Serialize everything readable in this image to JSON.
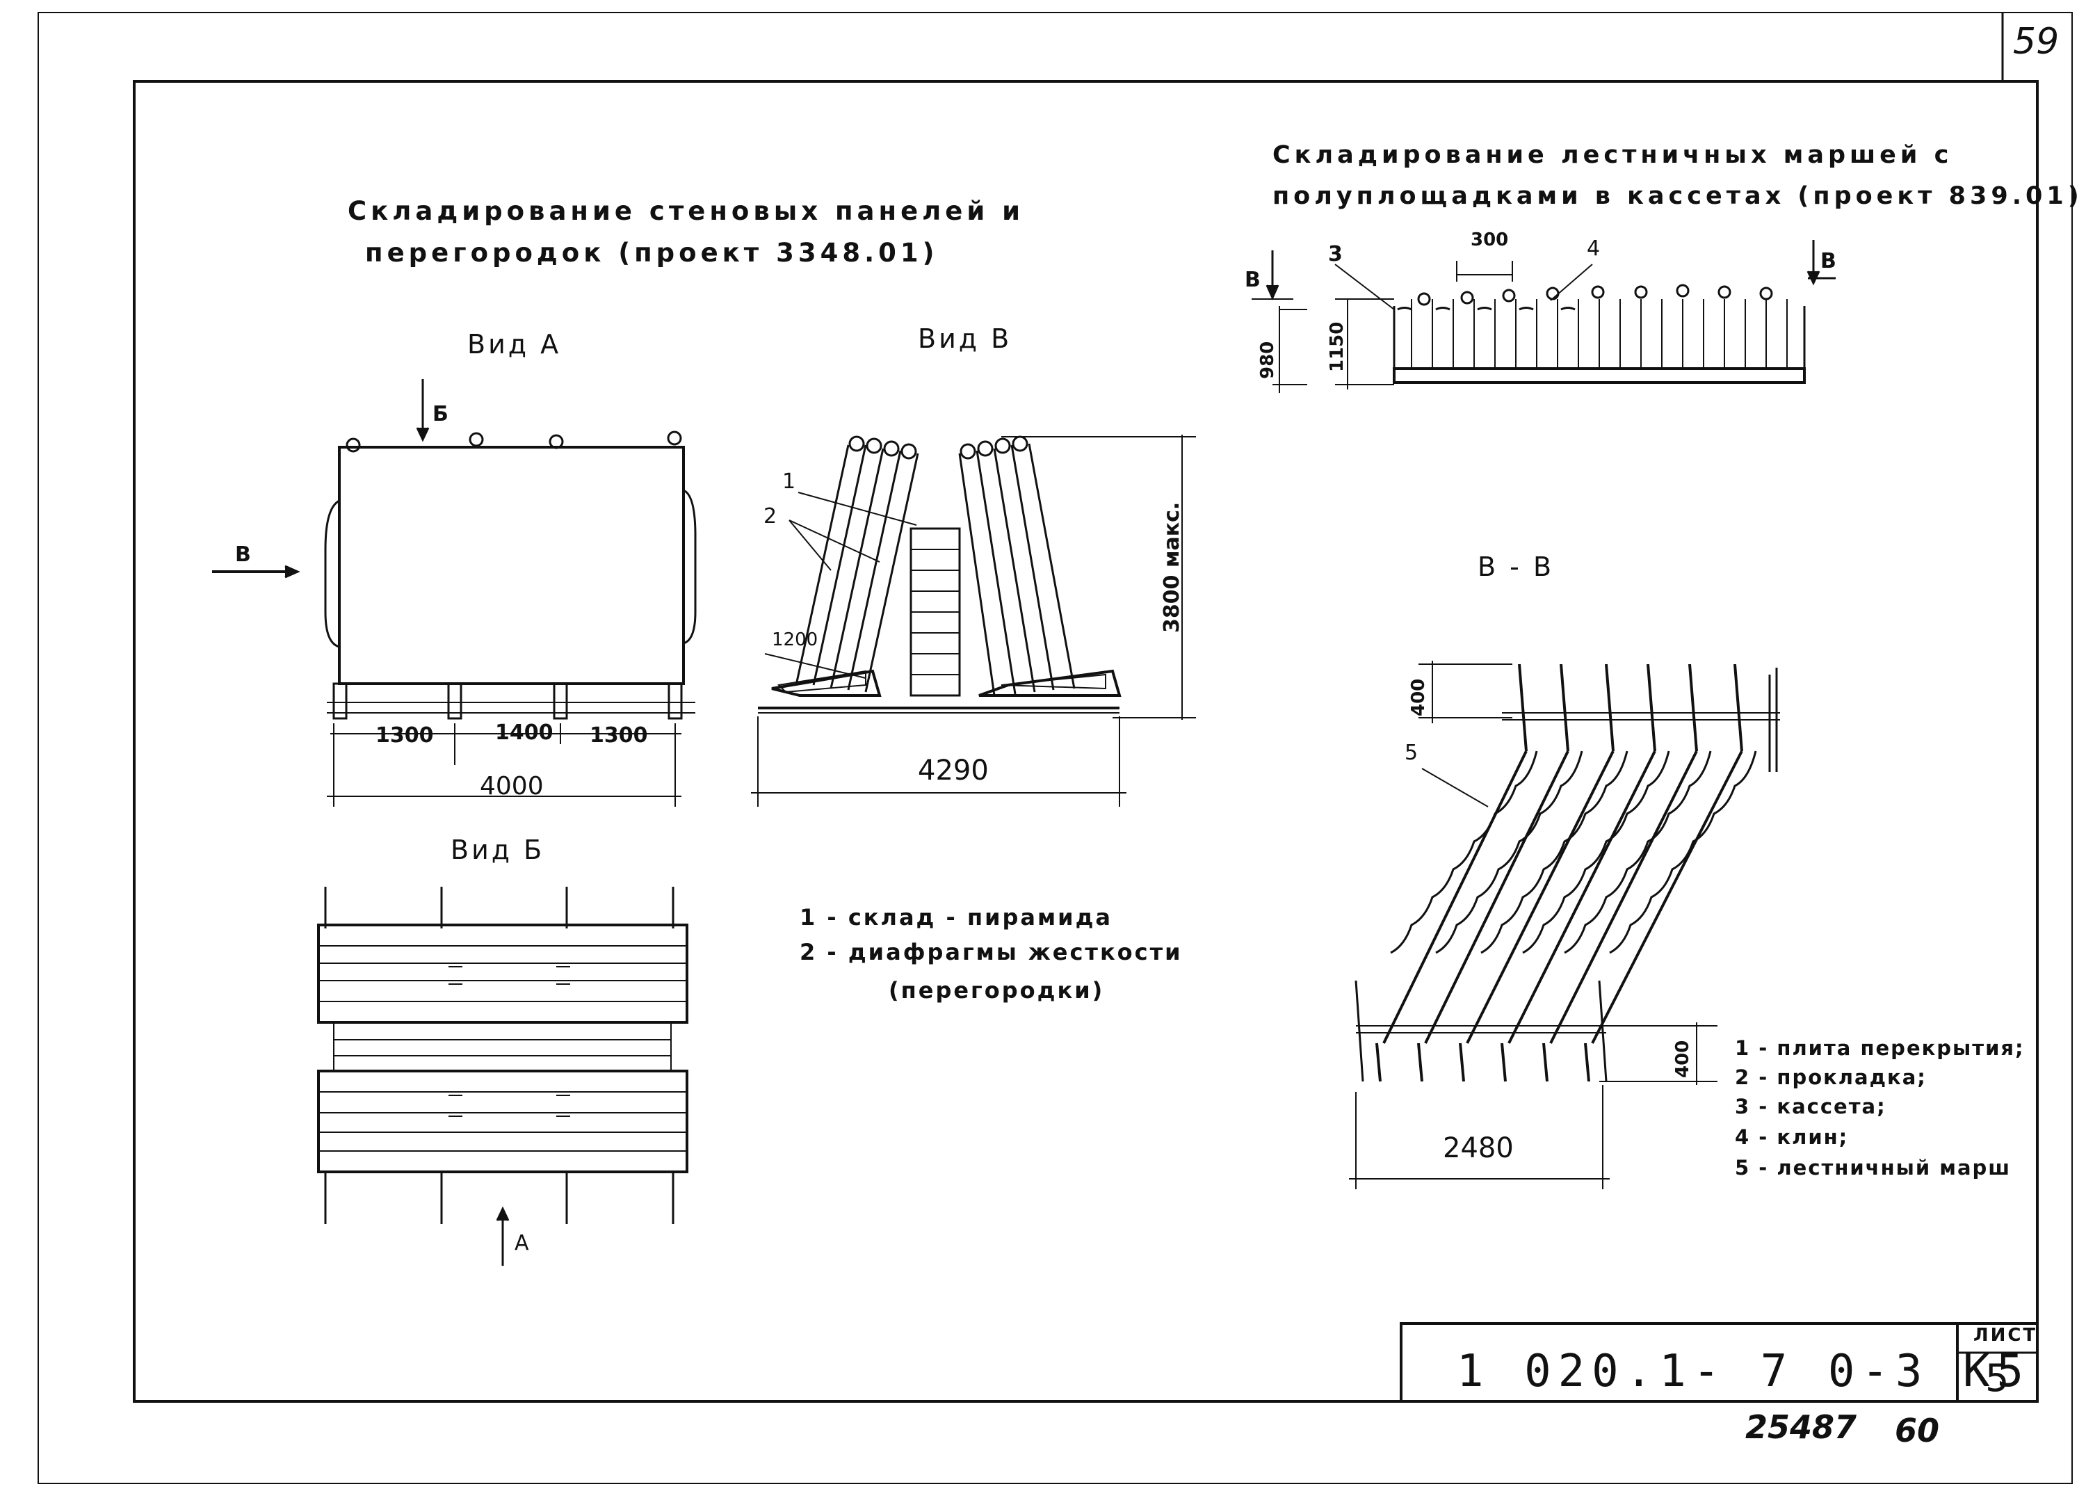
{
  "sheet": {
    "page_number": "59",
    "document_code": "1 020.1- 7 0-3 К5",
    "sheet_label": "ЛИСТ",
    "sheet_number": "5",
    "handwritten_note_1": "25487",
    "handwritten_note_2": "60"
  },
  "left_section": {
    "title_line1": "Складирование стеновых панелей и",
    "title_line2": "перегородок (проект 3348.01)",
    "view_a": {
      "label": "Вид А",
      "arrow_b": "Б",
      "arrow_v": "В",
      "dims": [
        "1300",
        "1400",
        "1300"
      ],
      "total": "4000"
    },
    "view_v": {
      "label": "Вид В",
      "callout_1": "1",
      "callout_2": "2",
      "dim_1200": "1200",
      "height": "3800 макс.",
      "total": "4290"
    },
    "view_b": {
      "label": "Вид Б",
      "arrow_a": "А"
    },
    "legend": [
      "1 - склад - пирамида",
      "2 - диафрагмы жесткости",
      "(перегородки)"
    ]
  },
  "right_section": {
    "title_line1": "Складирование лестничных маршей с",
    "title_line2": "полуплощадками в кассетах (проект 839.01)",
    "elevation": {
      "arrow_label_left": "В",
      "arrow_label_right": "В",
      "callout_3": "3",
      "callout_4": "4",
      "dim_300": "300",
      "dim_980": "980",
      "dim_1150": "1150"
    },
    "section": {
      "label": "В - В",
      "callout_5": "5",
      "dim_top": "400",
      "dim_bottom": "400",
      "total": "2480"
    },
    "legend": [
      "1 - плита перекрытия;",
      "2 - прокладка;",
      "3 - кассета;",
      "4 - клин;",
      "5 - лестничный марш"
    ]
  }
}
